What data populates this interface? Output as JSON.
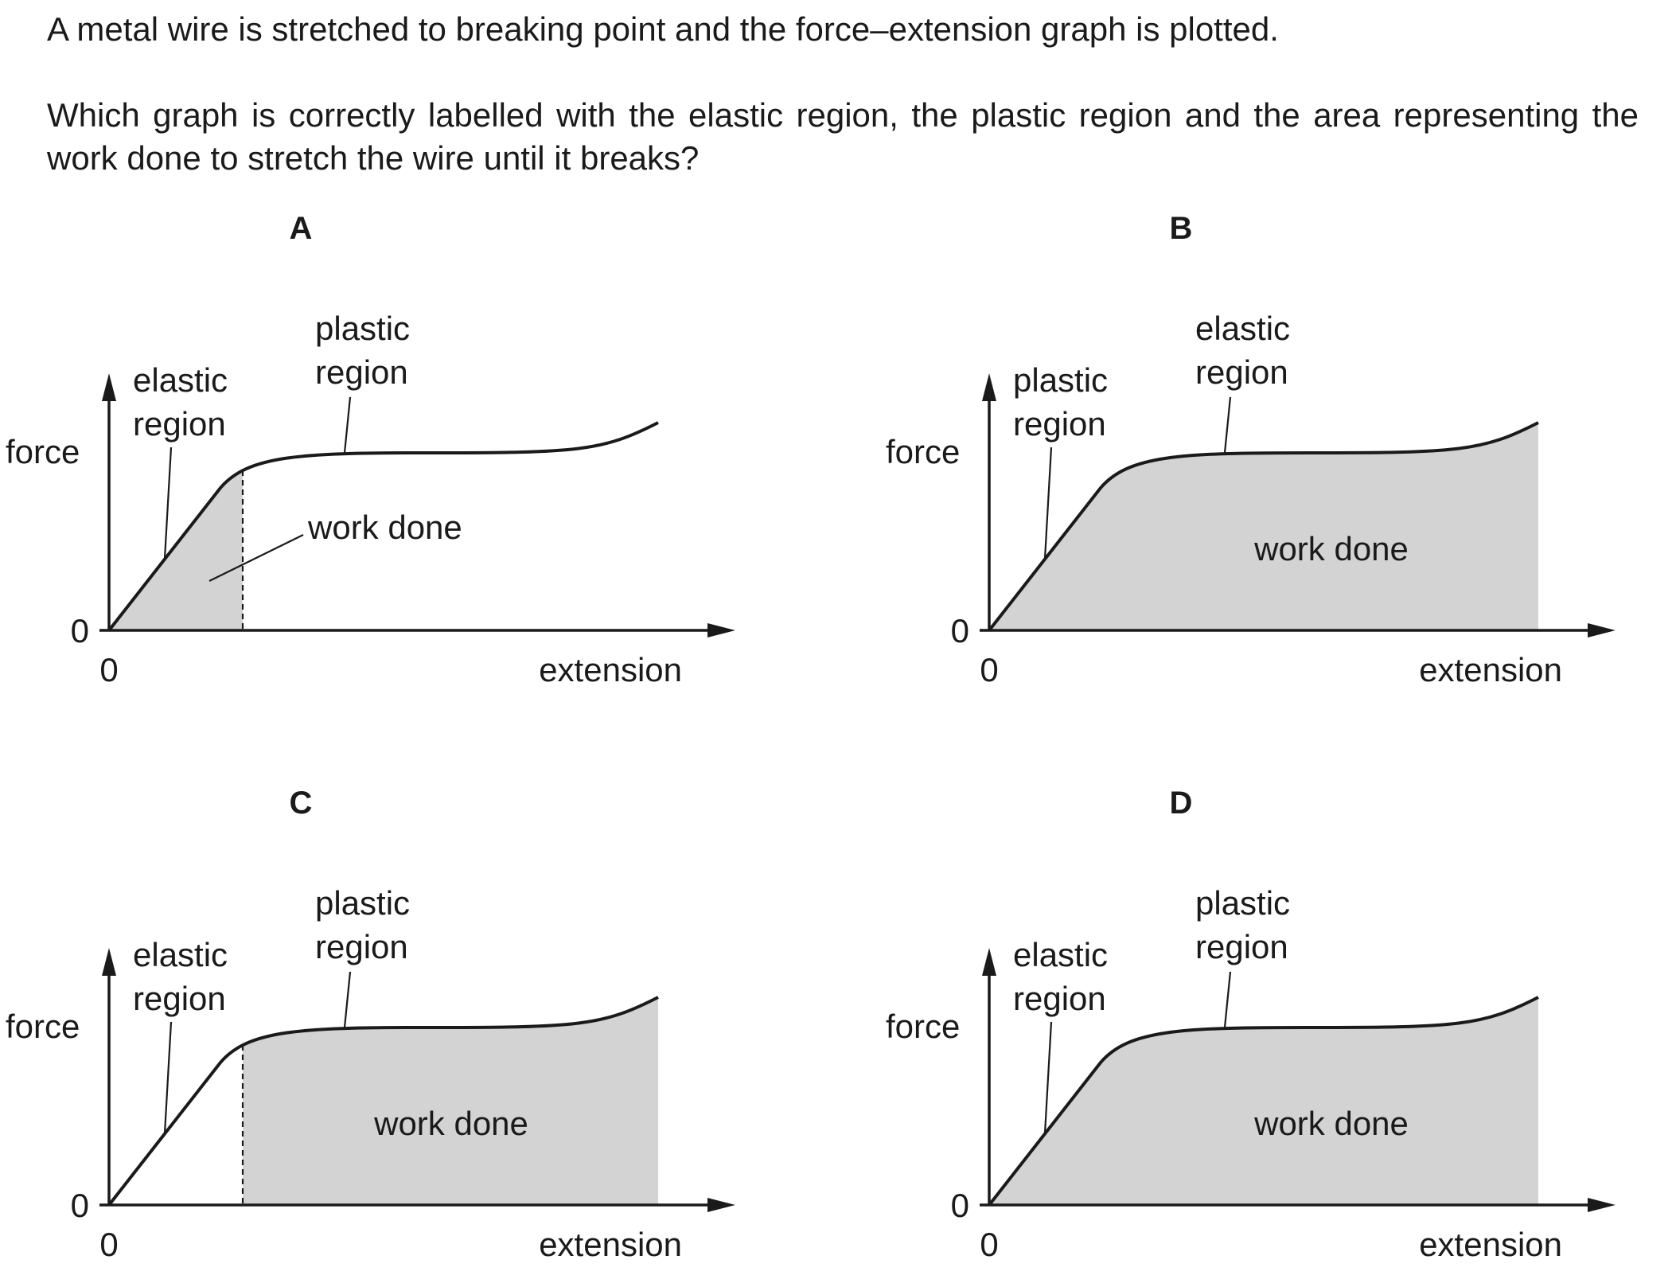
{
  "question": {
    "intro": "A metal wire is stretched to breaking point and the force–extension graph is plotted.",
    "prompt": "Which graph is correctly labelled with the elastic region, the plastic region and the area representing the work done to stretch the wire until it breaks?"
  },
  "axes": {
    "y_label": "force",
    "x_label": "extension",
    "origin_y": "0",
    "origin_x": "0"
  },
  "options": [
    {
      "letter": "A",
      "left_label": [
        "elastic",
        "region"
      ],
      "top_label": [
        "plastic",
        "region"
      ],
      "work_label": "work done",
      "shaded_area": "elastic-region-only",
      "dashed_divider": true
    },
    {
      "letter": "B",
      "left_label": [
        "plastic",
        "region"
      ],
      "top_label": [
        "elastic",
        "region"
      ],
      "work_label": "work done",
      "shaded_area": "whole-curve",
      "dashed_divider": false
    },
    {
      "letter": "C",
      "left_label": [
        "elastic",
        "region"
      ],
      "top_label": [
        "plastic",
        "region"
      ],
      "work_label": "work done",
      "shaded_area": "plastic-region-only",
      "dashed_divider": true
    },
    {
      "letter": "D",
      "left_label": [
        "elastic",
        "region"
      ],
      "top_label": [
        "plastic",
        "region"
      ],
      "work_label": "work done",
      "shaded_area": "whole-curve",
      "dashed_divider": false
    }
  ],
  "colors": {
    "ink": "#1a1a1a",
    "shading": "#d3d3d3"
  }
}
